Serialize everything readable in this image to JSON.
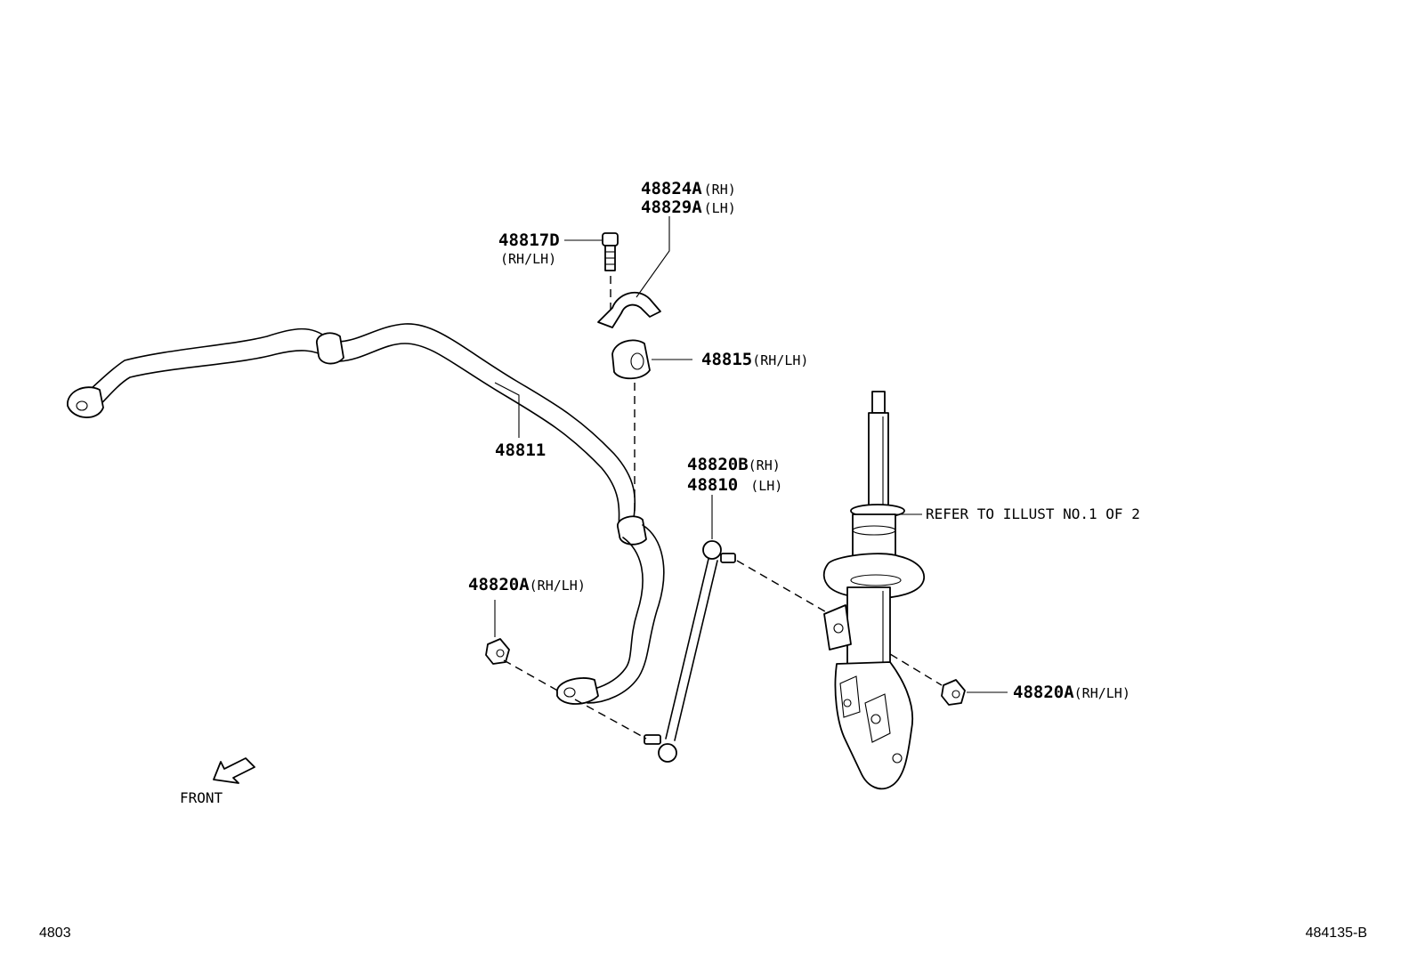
{
  "callouts": {
    "bracket_rh": {
      "part": "48824A",
      "side": "(RH)"
    },
    "bracket_lh": {
      "part": "48829A",
      "side": "(LH)"
    },
    "bolt": {
      "part": "48817D",
      "side": "(RH/LH)"
    },
    "bushing": {
      "part": "48815",
      "side": "(RH/LH)"
    },
    "stabilizer_bar": {
      "part": "48811"
    },
    "link_rh": {
      "part": "48820B",
      "side": "(RH)"
    },
    "link_lh": {
      "part": "48810",
      "side": "(LH)"
    },
    "nut_left": {
      "part": "48820A",
      "side": "(RH/LH)"
    },
    "nut_right": {
      "part": "48820A",
      "side": "(RH/LH)"
    },
    "strut_reference": "REFER TO ILLUST NO.1 OF 2"
  },
  "front_label": "FRONT",
  "footer": {
    "left_code": "4803",
    "right_code": "484135-B"
  },
  "icons": [
    "front-direction-arrow-icon"
  ]
}
